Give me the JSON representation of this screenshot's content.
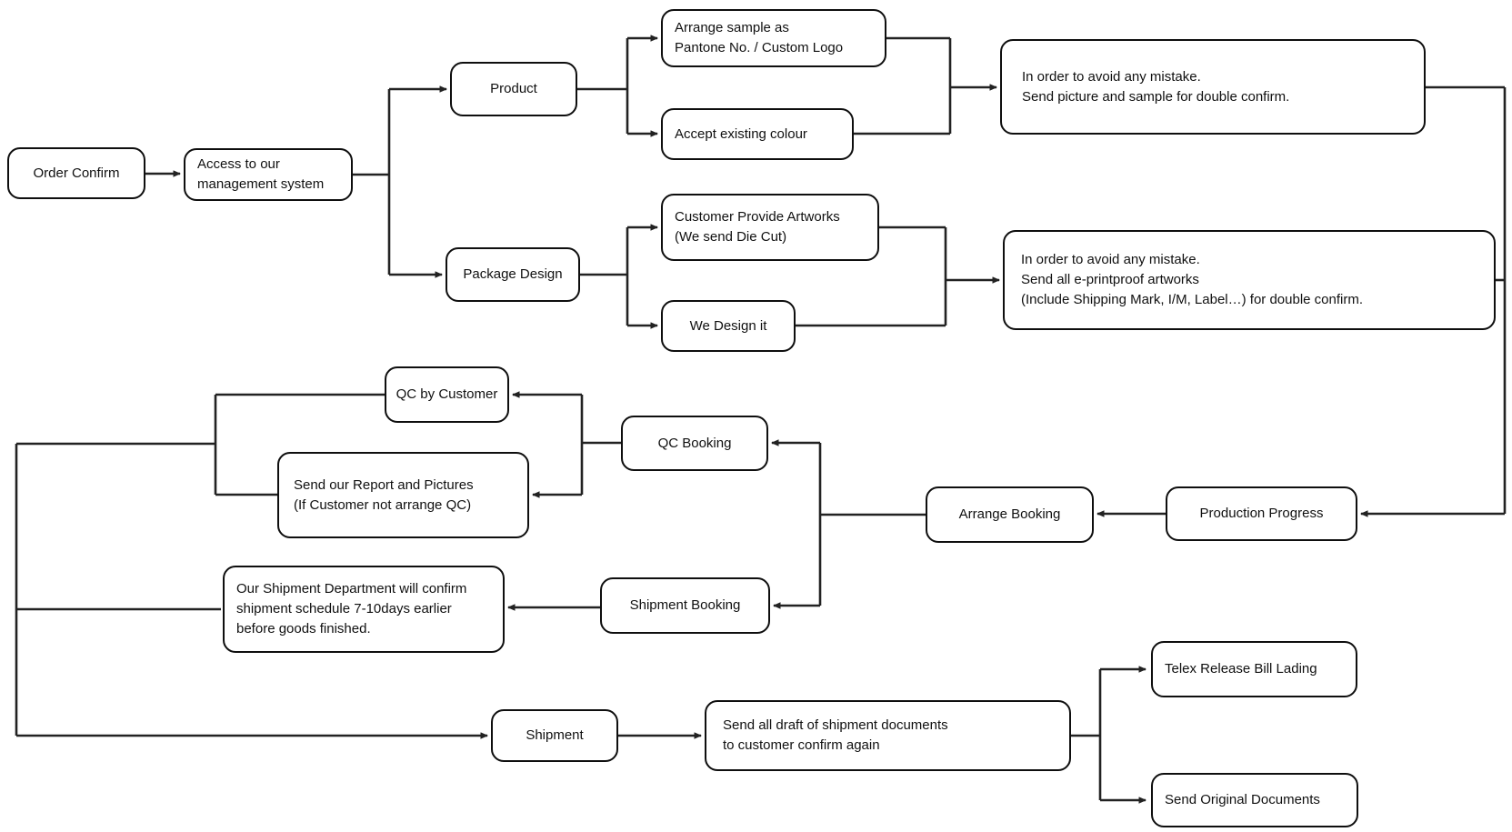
{
  "diagram": {
    "title": "Order workflow flowchart",
    "style": {
      "background": "#ffffff",
      "box_fill": "#ffffff",
      "box_border": "#0e0e0e",
      "line_color": "#222222",
      "text_color": "#101010"
    },
    "nodes": {
      "order_confirm": {
        "label": "Order Confirm"
      },
      "access_system": {
        "label": "Access to our\nmanagement system"
      },
      "product": {
        "label": "Product"
      },
      "arrange_sample": {
        "label": "Arrange sample as\nPantone No. / Custom Logo"
      },
      "accept_colour": {
        "label": "Accept existing colour"
      },
      "mistake_sample": {
        "label": "In order to avoid any mistake.\nSend picture and sample for double confirm."
      },
      "package_design": {
        "label": "Package Design"
      },
      "customer_artworks": {
        "label": "Customer Provide Artworks\n(We send Die Cut)"
      },
      "we_design": {
        "label": "We Design it"
      },
      "mistake_artworks": {
        "label": "In order to avoid any mistake.\nSend all e-printproof artworks\n(Include Shipping Mark, I/M, Label…) for double confirm."
      },
      "qc_by_customer": {
        "label": "QC by Customer"
      },
      "send_report": {
        "label": "Send our Report and Pictures\n(If Customer not arrange QC)"
      },
      "qc_booking": {
        "label": "QC Booking"
      },
      "arrange_booking": {
        "label": "Arrange Booking"
      },
      "production_progress": {
        "label": "Production Progress"
      },
      "shipment_booking": {
        "label": "Shipment Booking"
      },
      "shipment_dept": {
        "label": "Our Shipment Department will confirm\nshipment schedule 7-10days earlier\nbefore goods finished."
      },
      "shipment": {
        "label": "Shipment"
      },
      "draft_docs": {
        "label": "Send all draft of shipment documents\nto customer confirm again"
      },
      "telex_release": {
        "label": "Telex Release Bill Lading"
      },
      "send_original": {
        "label": "Send Original Documents"
      }
    },
    "edges": [
      {
        "from": "order_confirm",
        "to": "access_system"
      },
      {
        "from": "access_system",
        "to": "product"
      },
      {
        "from": "access_system",
        "to": "package_design"
      },
      {
        "from": "product",
        "to": "arrange_sample"
      },
      {
        "from": "product",
        "to": "accept_colour"
      },
      {
        "from": "arrange_sample",
        "to": "mistake_sample"
      },
      {
        "from": "accept_colour",
        "to": "mistake_sample"
      },
      {
        "from": "package_design",
        "to": "customer_artworks"
      },
      {
        "from": "package_design",
        "to": "we_design"
      },
      {
        "from": "customer_artworks",
        "to": "mistake_artworks"
      },
      {
        "from": "we_design",
        "to": "mistake_artworks"
      },
      {
        "from": "mistake_sample",
        "to": "production_progress"
      },
      {
        "from": "mistake_artworks",
        "to": "production_progress"
      },
      {
        "from": "production_progress",
        "to": "arrange_booking"
      },
      {
        "from": "arrange_booking",
        "to": "qc_booking"
      },
      {
        "from": "arrange_booking",
        "to": "shipment_booking"
      },
      {
        "from": "qc_booking",
        "to": "qc_by_customer"
      },
      {
        "from": "qc_booking",
        "to": "send_report"
      },
      {
        "from": "qc_by_customer",
        "to": "shipment"
      },
      {
        "from": "send_report",
        "to": "shipment"
      },
      {
        "from": "shipment_booking",
        "to": "shipment_dept"
      },
      {
        "from": "shipment_dept",
        "to": "shipment"
      },
      {
        "from": "shipment",
        "to": "draft_docs"
      },
      {
        "from": "draft_docs",
        "to": "telex_release"
      },
      {
        "from": "draft_docs",
        "to": "send_original"
      }
    ]
  }
}
